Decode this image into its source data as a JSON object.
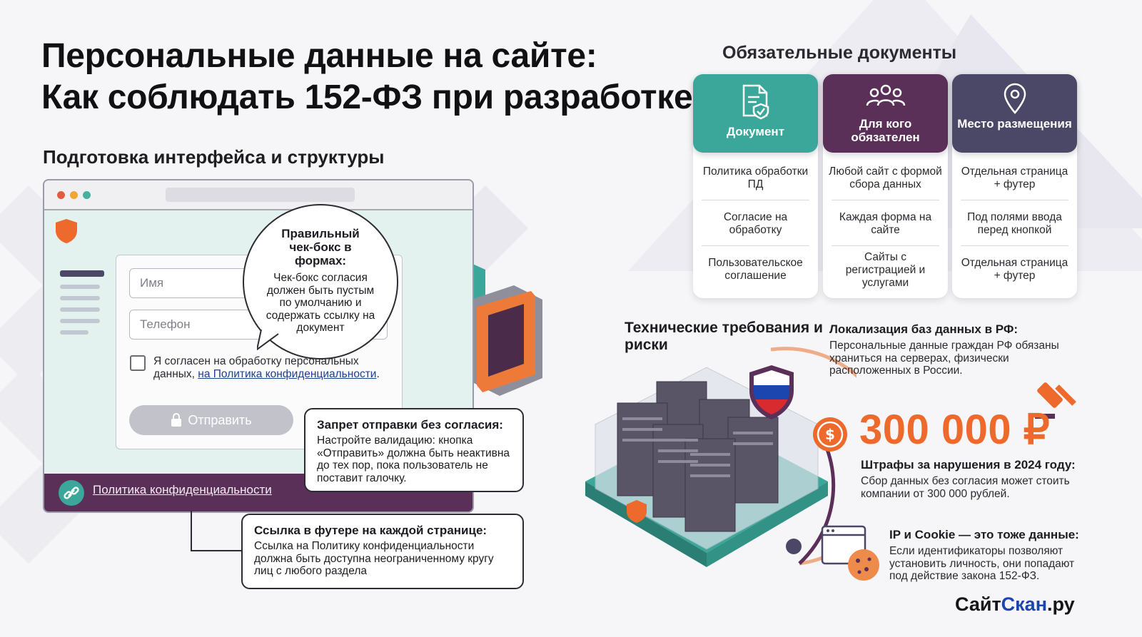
{
  "colors": {
    "teal": "#3aa79a",
    "plum": "#5a2f58",
    "slate": "#4b4766",
    "orange": "#ee6a2c",
    "brand_blue": "#1b46b0"
  },
  "header": {
    "title_line1": "Персональные данные на сайте:",
    "title_line2": "Как соблюдать 152-ФЗ при разработке"
  },
  "left": {
    "section_title": "Подготовка интерфейса и структуры",
    "form": {
      "name_placeholder": "Имя",
      "phone_placeholder": "Телефон",
      "consent_text": "Я согласен на обработку персональных данных, ",
      "consent_link": "на Политика конфиденциальности",
      "consent_end": ".",
      "submit_label": "Отправить"
    },
    "footer_link": "Политика конфиденциальности",
    "bubble": {
      "title": "Правильный чек-бокс в формах:",
      "body": "Чек-бокс согласия должен быть пустым по умолчанию и содержать ссылку на документ"
    },
    "callout_submit": {
      "title": "Запрет отправки без согласия:",
      "body": "Настройте валидацию: кнопка «Отправить» должна быть неактивна до тех пор, пока пользователь не поставит галочку."
    },
    "callout_footer": {
      "title": "Ссылка в футере на каждой странице:",
      "body": "Ссылка на Политику конфиденциальности должна быть доступна неограниченному кругу лиц с любого раздела"
    }
  },
  "docs": {
    "section_title": "Обязательные документы",
    "columns": [
      {
        "header": "Документ",
        "icon": "document-shield-icon",
        "cells": [
          "Политика обработки ПД",
          "Согласие на обработку",
          "Пользовательское соглашение"
        ]
      },
      {
        "header": "Для кого обязателен",
        "icon": "users-icon",
        "cells": [
          "Любой сайт с формой сбора данных",
          "Каждая форма на сайте",
          "Сайты с регистрацией и услугами"
        ]
      },
      {
        "header": "Место размещения",
        "icon": "location-pin-icon",
        "cells": [
          "Отдельная страница + футер",
          "Под полями ввода перед кнопкой",
          "Отдельная страница + футер"
        ]
      }
    ]
  },
  "tech": {
    "title": "Технические требования и риски",
    "localization": {
      "title": "Локализация баз данных в РФ:",
      "body": "Персональные данные граждан РФ обязаны храниться на серверах, физически расположенных в России."
    },
    "fine_amount": "300 000 ₽",
    "fines": {
      "title": "Штрафы за нарушения в 2024 году:",
      "body": "Сбор данных без согласия может стоить компании от 300 000 рублей."
    },
    "ip_cookie": {
      "title": "IP и Cookie — это тоже данные:",
      "body": "Если идентификаторы позволяют установить личность, они попадают под действие закона 152-ФЗ."
    }
  },
  "brand": {
    "part1": "Сайт",
    "part2": "Скан",
    "part3": ".ру"
  }
}
